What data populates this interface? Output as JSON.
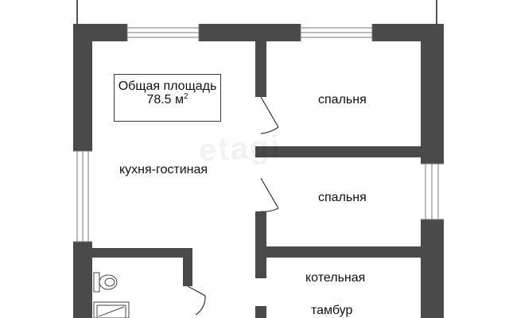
{
  "plan": {
    "total_area_label": "Общая площадь",
    "total_area_value": "78.5 м",
    "total_area_unit_sup": "2",
    "rooms": {
      "kitchen_living": "кухня-гостиная",
      "bedroom_1": "спальня",
      "bedroom_2": "спальня",
      "boiler_room": "котельная",
      "vestibule": "тамбур"
    },
    "watermark": "etagi"
  },
  "colors": {
    "wall": "#4a4a4a",
    "window_frame": "#777777",
    "background": "#ffffff",
    "text": "#111111"
  }
}
